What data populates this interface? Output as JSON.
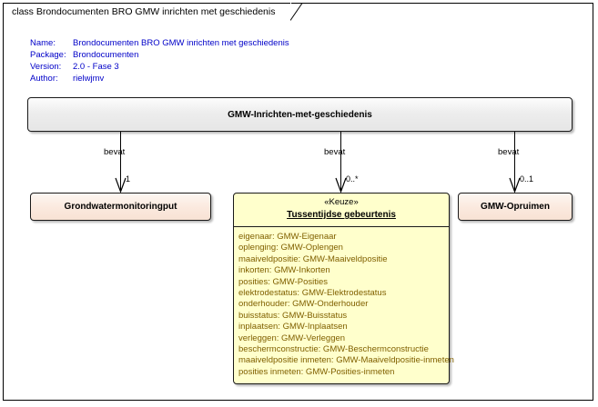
{
  "diagram": {
    "tab_title": "class Brondocumenten BRO GMW inrichten met geschiedenis",
    "meta": {
      "name_label": "Name:",
      "name_value": "Brondocumenten BRO GMW inrichten met geschiedenis",
      "package_label": "Package:",
      "package_value": "Brondocumenten",
      "version_label": "Version:",
      "version_value": "2.0 - Fase 3",
      "author_label": "Author:",
      "author_value": "rielwjmv"
    },
    "colors": {
      "meta_text": "#0000c8",
      "root_fill": "#ededed",
      "leaf_fill": "#f8e2d4",
      "choice_fill": "#ffffcc",
      "attribute_text": "#806000",
      "border": "#1a1a1a"
    },
    "root_class": {
      "name": "GMW-Inrichten-met-geschiedenis"
    },
    "connectors": [
      {
        "label": "bevat",
        "multiplicity": "1",
        "target": "Grondwatermonitoringput"
      },
      {
        "label": "bevat",
        "multiplicity": "0..*",
        "target": "Tussentijdse gebeurtenis"
      },
      {
        "label": "bevat",
        "multiplicity": "0..1",
        "target": "GMW-Opruimen"
      }
    ],
    "left_class": {
      "name": "Grondwatermonitoringput"
    },
    "right_class": {
      "name": "GMW-Opruimen"
    },
    "center_class": {
      "stereotype": "«Keuze»",
      "name": "Tussentijdse gebeurtenis",
      "attributes": [
        "eigenaar: GMW-Eigenaar",
        "oplenging: GMW-Oplengen",
        "maaiveldpositie: GMW-Maaiveldpositie",
        "inkorten: GMW-Inkorten",
        "posities: GMW-Posities",
        "elektrodestatus: GMW-Elektrodestatus",
        "onderhouder: GMW-Onderhouder",
        "buisstatus: GMW-Buisstatus",
        "inplaatsen: GMW-Inplaatsen",
        "verleggen: GMW-Verleggen",
        "beschermconstructie: GMW-Beschermconstructie",
        "maaiveldpositie inmeten: GMW-Maaiveldpositie-inmeten",
        "posities inmeten: GMW-Posities-inmeten"
      ]
    }
  }
}
